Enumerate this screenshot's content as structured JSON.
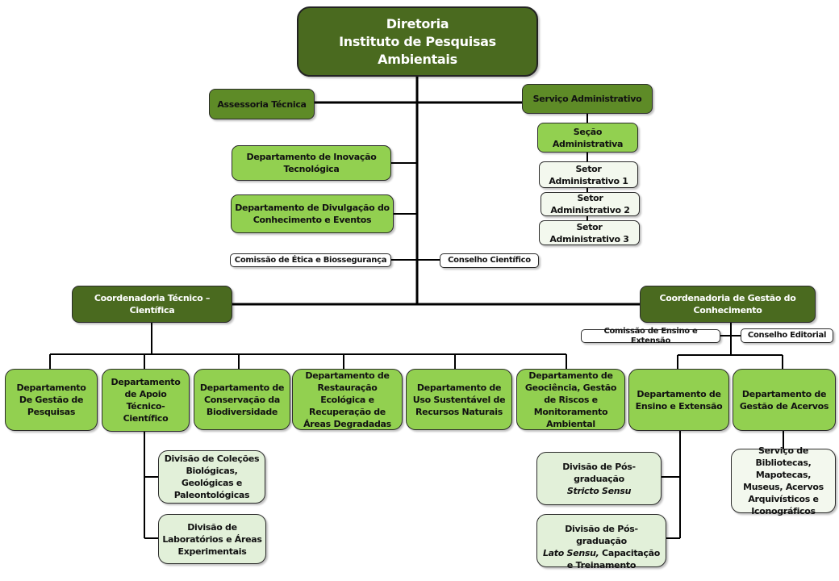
{
  "colors": {
    "dark_green": "#4a6a1f",
    "medium_green": "#5e8b27",
    "light_green": "#92d050",
    "pale_green": "#e2f0d9",
    "line": "#000000"
  },
  "root": {
    "line1": "Diretoria",
    "line2": "Instituto de Pesquisas Ambientais"
  },
  "staff": {
    "assessoria": "Assessoria Técnica",
    "servico_admin": "Serviço Administrativo",
    "secao_admin": "Seção Administrativa",
    "setores": [
      "Setor Administrativo 1",
      "Setor Administrativo 2",
      "Setor Administrativo  3"
    ],
    "dept_inovacao": "Departamento de Inovação Tecnológica",
    "dept_divulgacao": "Departamento de Divulgação  do Conhecimento e Eventos",
    "comissao_etica": "Comissão de Ética e Biossegurança",
    "conselho_cientifico": "Conselho  Científico"
  },
  "coord_tecnico": {
    "title": "Coordenadoria Técnico – Científica",
    "departments": [
      "Departamento De Gestão de Pesquisas",
      "Departamento de Apoio Técnico-Científico",
      "Departamento de Conservação da Biodiversidade",
      "Departamento de Restauração Ecológica e Recuperação de Áreas Degradadas",
      "Departamento de Uso Sustentável de Recursos Naturais",
      "Departamento de Geociência, Gestão de Riscos e Monitoramento Ambiental"
    ],
    "divisions": [
      "Divisão de Coleções Biológicas, Geológicas e Paleontológicas",
      "Divisão de Laboratórios  e Áreas Experimentais"
    ]
  },
  "coord_gestao": {
    "title": "Coordenadoria de Gestão do Conhecimento",
    "comissao_ensino": "Comissão de  Ensino e Extensão",
    "conselho_editorial": "Conselho  Editorial",
    "departments": [
      "Departamento de Ensino e Extensão",
      "Departamento de Gestão de Acervos"
    ],
    "divisions": {
      "stricto_line1": "Divisão de Pós-graduação",
      "stricto_line2": "Stricto Sensu",
      "lato_line1": "Divisão de Pós-graduação",
      "lato_italic": "Lato Sensu,",
      "lato_rest": " Capacitação e Treinamento"
    },
    "servico_bibliotecas": "Serviço de Bibliotecas, Mapotecas, Museus, Acervos Arquivísticos e Iconográficos"
  }
}
